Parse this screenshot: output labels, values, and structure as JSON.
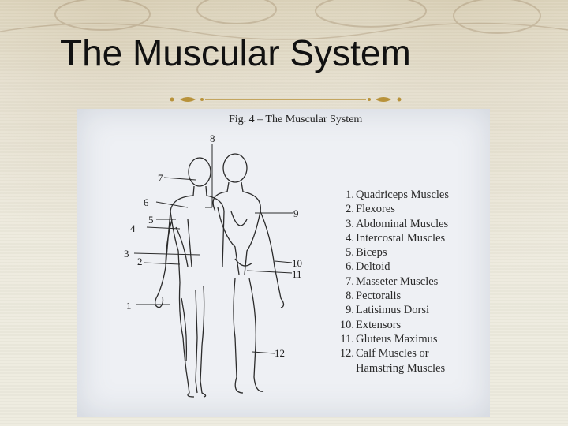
{
  "page": {
    "title": "The Muscular System"
  },
  "figure": {
    "caption": "Fig. 4 – The Muscular System",
    "legend": [
      {
        "num": "1.",
        "label": "Quadriceps Muscles"
      },
      {
        "num": "2.",
        "label": "Flexores"
      },
      {
        "num": "3.",
        "label": "Abdominal Muscles"
      },
      {
        "num": "4.",
        "label": "Intercostal Muscles"
      },
      {
        "num": "5.",
        "label": "Biceps"
      },
      {
        "num": "6.",
        "label": "Deltoid"
      },
      {
        "num": "7.",
        "label": "Masseter Muscles"
      },
      {
        "num": "8.",
        "label": "Pectoralis"
      },
      {
        "num": "9.",
        "label": "Latisimus Dorsi"
      },
      {
        "num": "10.",
        "label": "Extensors"
      },
      {
        "num": "11.",
        "label": "Gluteus Maximus"
      },
      {
        "num": "12.",
        "label": "Calf Muscles or",
        "continuation": "Hamstring Muscles"
      }
    ],
    "callouts": {
      "c1": "1",
      "c2": "2",
      "c3": "3",
      "c4": "4",
      "c5": "5",
      "c6": "6",
      "c7": "7",
      "c8": "8",
      "c9": "9",
      "c10": "10",
      "c11": "11",
      "c12": "12"
    }
  },
  "colors": {
    "accent": "#b8923a",
    "text": "#111111"
  }
}
